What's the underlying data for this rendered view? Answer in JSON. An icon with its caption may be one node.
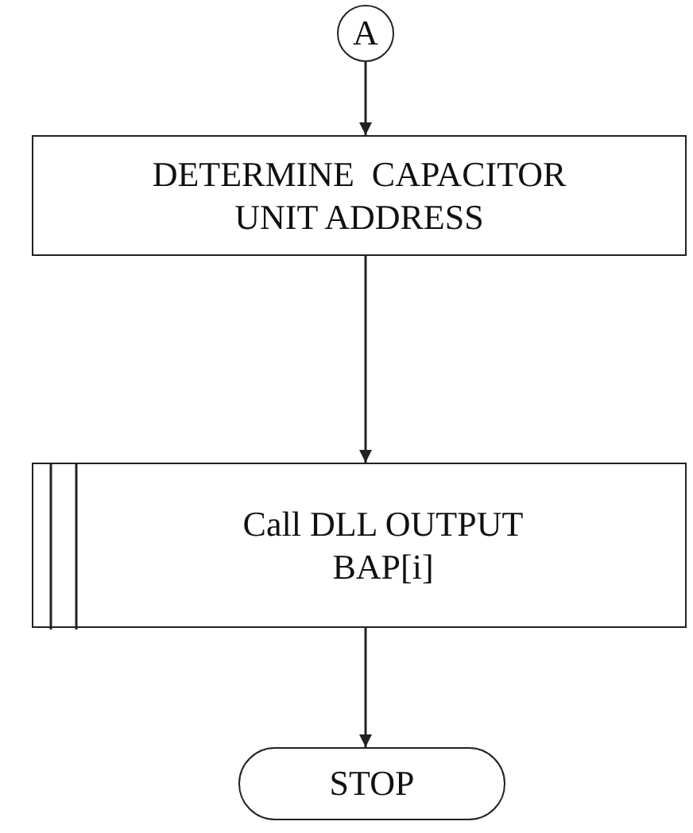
{
  "diagram": {
    "nodes": [
      {
        "text": [
          "A"
        ]
      },
      {
        "text": [
          "DETERMINE  CAPACITOR UNIT ADDRESS"
        ]
      },
      {
        "text": [
          "Call DLL OUTPUT BAP[i]"
        ]
      },
      {
        "text": [
          "STOP"
        ]
      }
    ],
    "edges": [
      {
        "from": 0,
        "to": 1,
        "arrow": "to"
      },
      {
        "from": 1,
        "to": 2,
        "arrow": "to"
      },
      {
        "from": 2,
        "to": 3,
        "arrow": "to"
      }
    ]
  }
}
